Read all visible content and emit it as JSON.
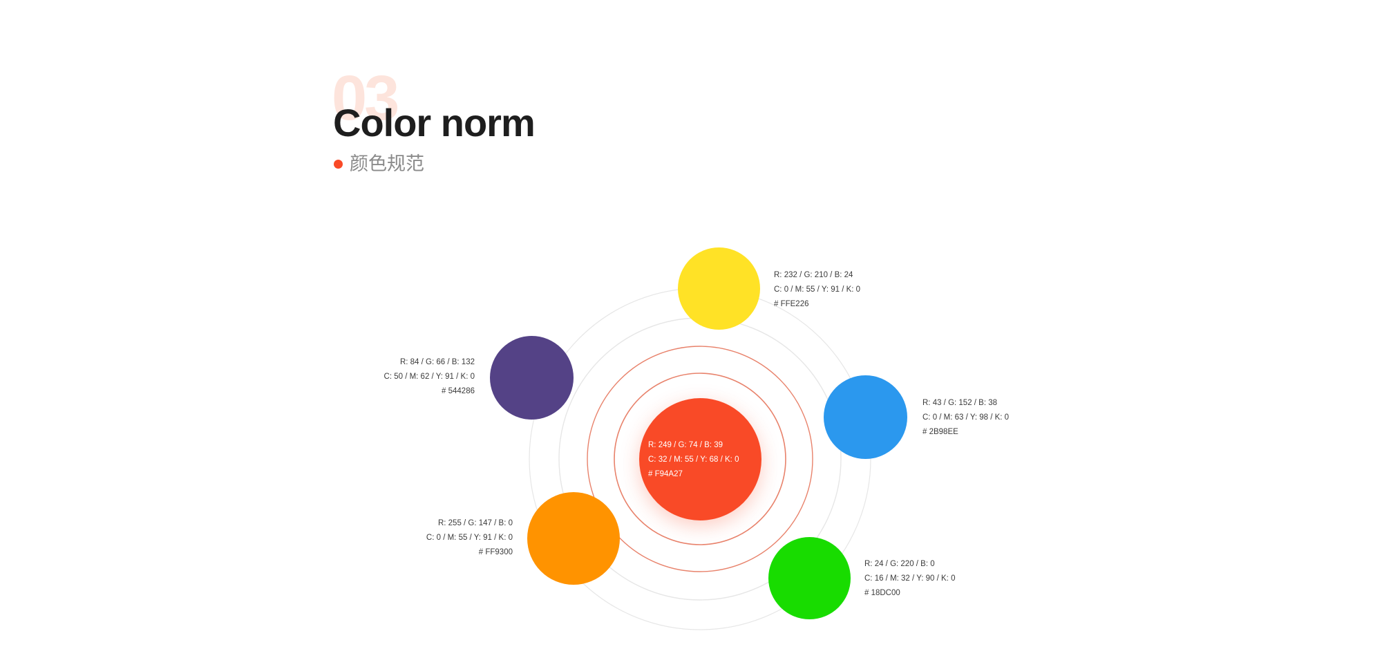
{
  "header": {
    "number": "03",
    "title": "Color norm",
    "subtitle": "颜色规范"
  },
  "colors": {
    "accent": "#F94A27",
    "number_tint": "#FDE4DC",
    "ring_gray": "#E6E6E6",
    "ring_orange": "#E8826B"
  },
  "swatches": {
    "main": {
      "color": "#F94A27",
      "rgb": "R: 249 / G: 74 / B: 39",
      "cmyk": "C: 32 / M: 55 / Y: 68 / K: 0",
      "hex": "# F94A27"
    },
    "yellow": {
      "color": "#FFE226",
      "rgb": "R: 232 / G: 210 / B: 24",
      "cmyk": "C: 0 / M: 55 / Y: 91 / K: 0",
      "hex": "# FFE226"
    },
    "purple": {
      "color": "#544286",
      "rgb": "R: 84 / G: 66 / B: 132",
      "cmyk": "C: 50 / M: 62 / Y: 91 / K: 0",
      "hex": "# 544286"
    },
    "blue": {
      "color": "#2B98EE",
      "rgb": "R: 43 / G: 152 / B: 38",
      "cmyk": "C: 0 / M: 63 / Y: 98 / K: 0",
      "hex": "# 2B98EE"
    },
    "orange": {
      "color": "#FF9300",
      "rgb": "R: 255 / G: 147 / B: 0",
      "cmyk": "C: 0 / M: 55 / Y: 91 / K: 0",
      "hex": "# FF9300"
    },
    "green": {
      "color": "#18DC00",
      "rgb": "R: 24 / G: 220 / B: 0",
      "cmyk": "C: 16 / M: 32 / Y: 90 / K: 0",
      "hex": "# 18DC00"
    }
  }
}
